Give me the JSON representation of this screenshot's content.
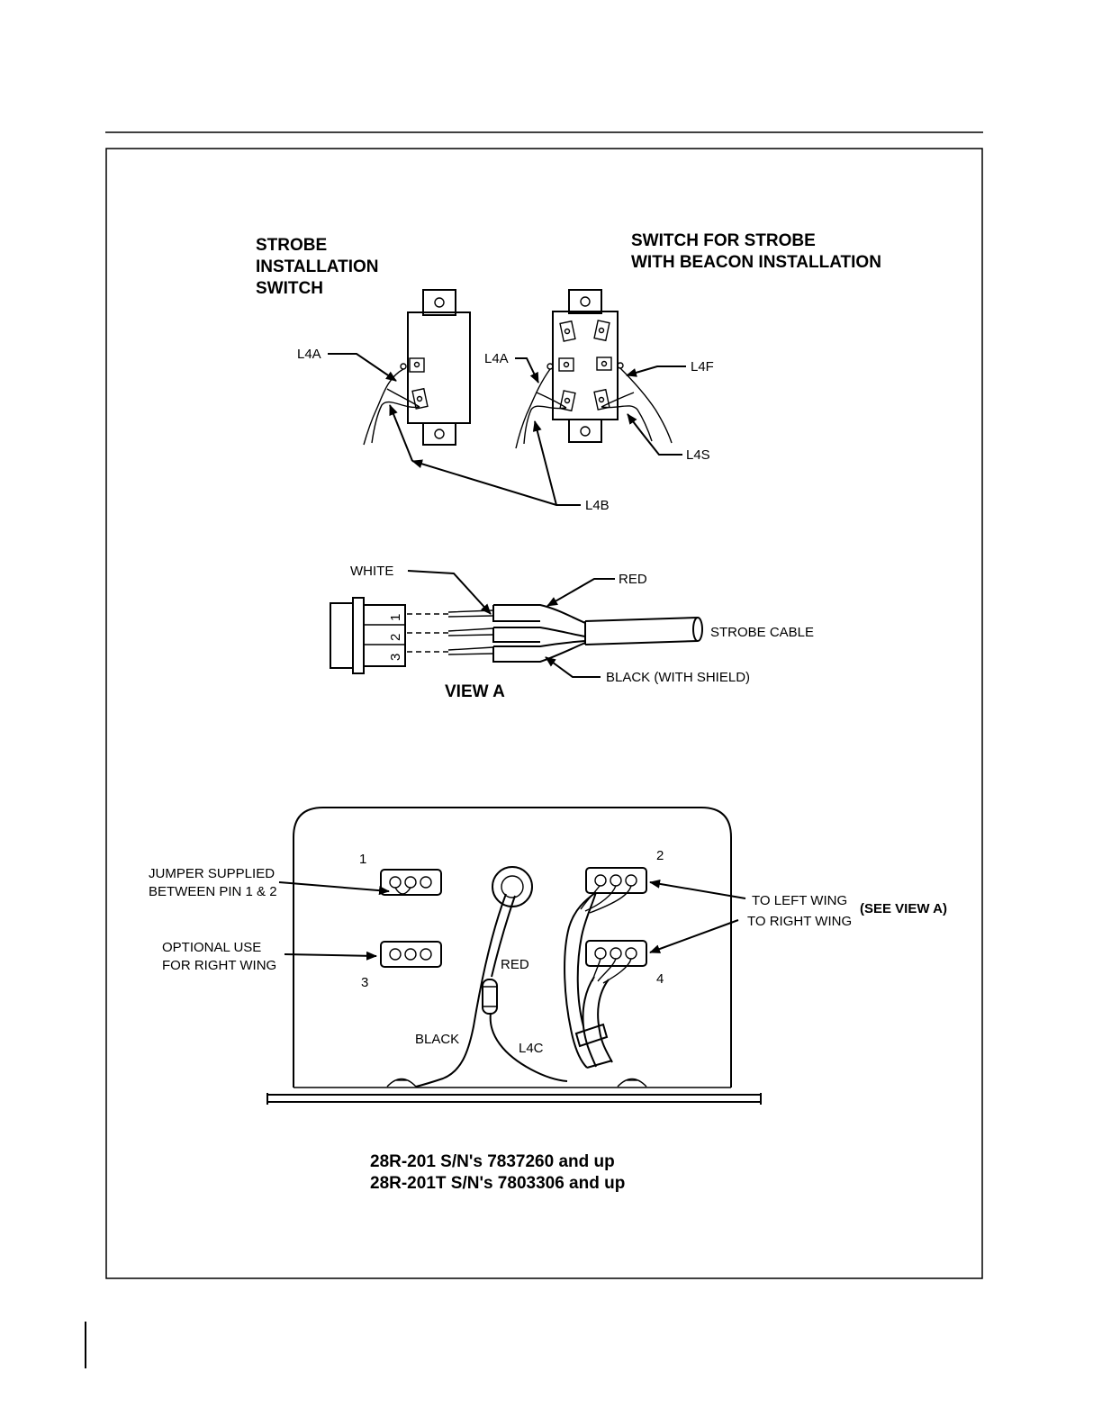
{
  "strobe_switch": {
    "title_line1": "STROBE",
    "title_line2": "INSTALLATION",
    "title_line3": "SWITCH",
    "label_l4a": "L4A"
  },
  "beacon_switch": {
    "title_line1": "SWITCH FOR STROBE",
    "title_line2": "WITH BEACON INSTALLATION",
    "label_l4a": "L4A",
    "label_l4f": "L4F",
    "label_l4s": "L4S"
  },
  "shared": {
    "label_l4b": "L4B"
  },
  "view_a": {
    "white_label": "WHITE",
    "red_label": "RED",
    "cable_label": "STROBE CABLE",
    "black_label": "BLACK (WITH SHIELD)",
    "pin1": "1",
    "pin2": "2",
    "pin3": "3",
    "title": "VIEW A"
  },
  "power_supply": {
    "jumper_line1": "JUMPER SUPPLIED",
    "jumper_line2": "BETWEEN PIN 1 & 2",
    "optional_line1": "OPTIONAL USE",
    "optional_line2": "FOR RIGHT WING",
    "conn1": "1",
    "conn2": "2",
    "conn3": "3",
    "conn4": "4",
    "red_label": "RED",
    "black_label": "BLACK",
    "l4c_label": "L4C",
    "left_wing": "TO LEFT WING",
    "right_wing": "TO RIGHT WING",
    "see_view_a": "(SEE VIEW A)"
  },
  "caption": {
    "line1": "28R-201 S/N's 7837260 and up",
    "line2": "28R-201T S/N's 7803306 and up"
  }
}
